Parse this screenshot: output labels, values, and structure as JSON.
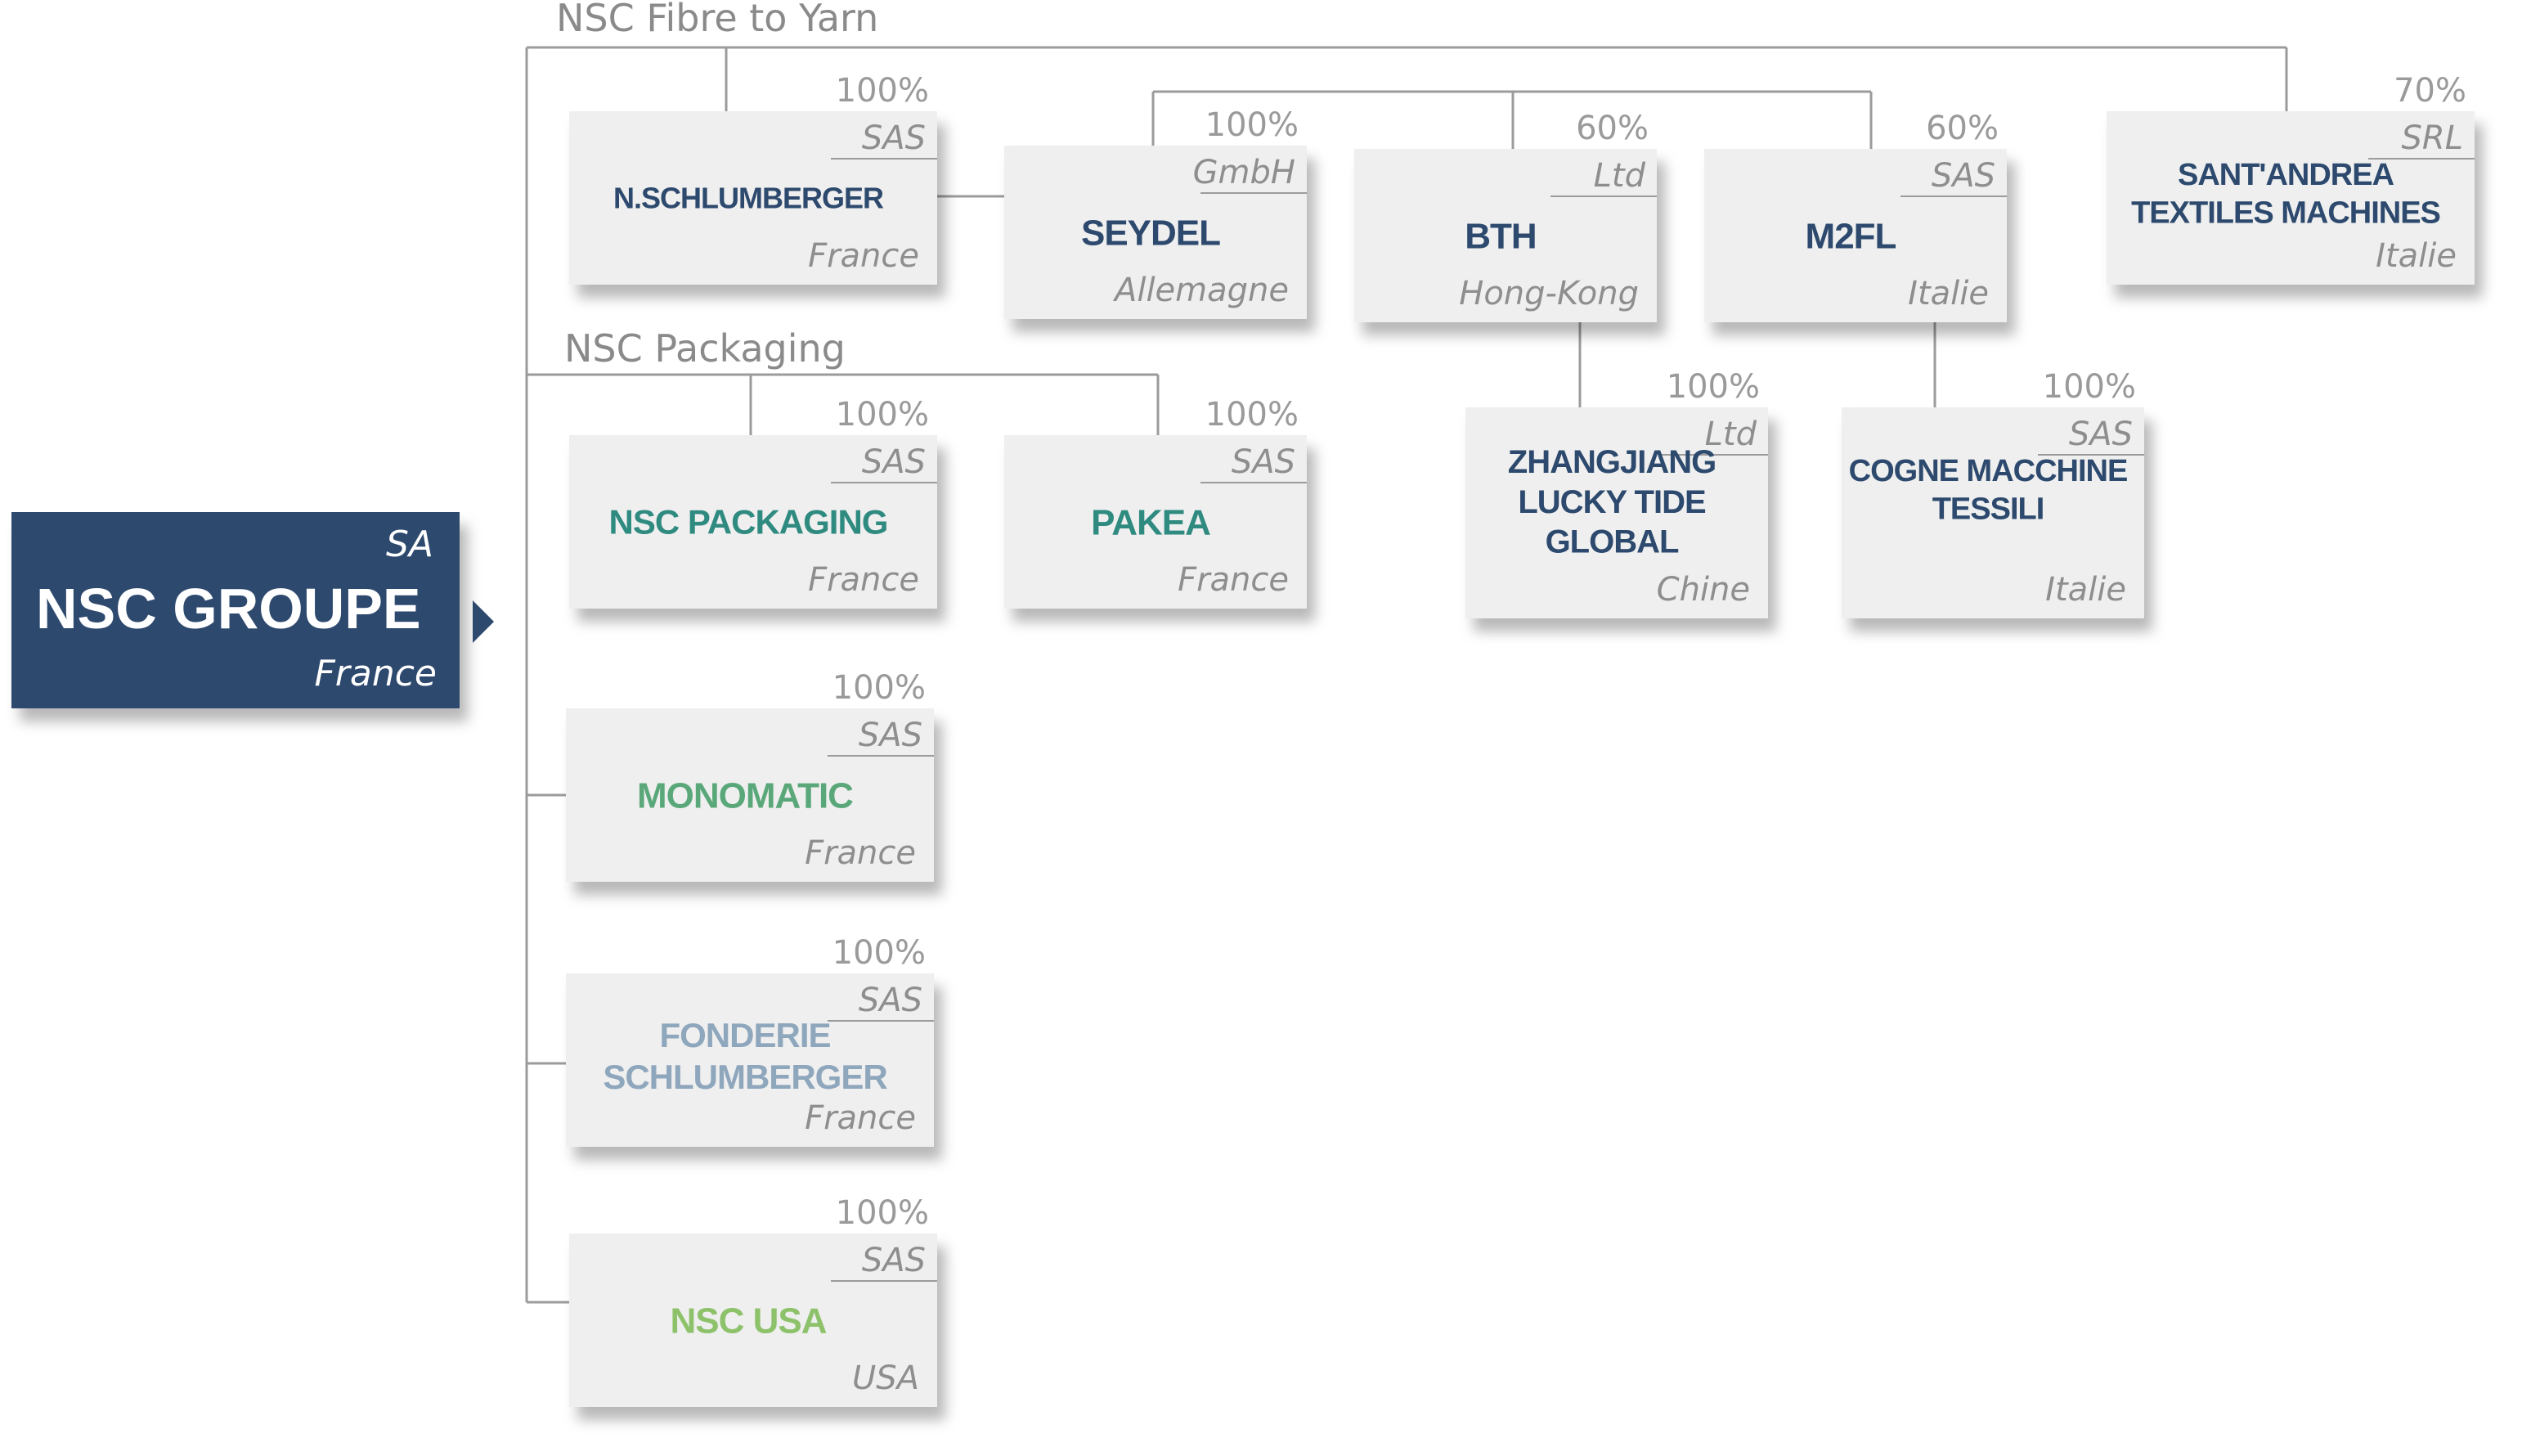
{
  "colors": {
    "navy": "#2d4a6e",
    "teal": "#2f8a80",
    "green": "#5aa87a",
    "light_green": "#8dc26b",
    "grey_blue": "#8fa7bd",
    "box_fill": "#efefef",
    "line": "#9b9b9b"
  },
  "groups": {
    "fibre": "NSC Fibre to Yarn",
    "packaging": "NSC Packaging"
  },
  "root": {
    "name": "NSC GROUPE",
    "legal": "SA",
    "country": "France"
  },
  "companies": [
    {
      "id": "n-schlumberger",
      "pct": "100%",
      "legal": "SAS",
      "name_lines": [
        "N.SCHLUMBERGER"
      ],
      "country": "France",
      "color": "navy"
    },
    {
      "id": "seydel",
      "pct": "100%",
      "legal": "GmbH",
      "name_lines": [
        "SEYDEL"
      ],
      "country": "Allemagne",
      "color": "navy"
    },
    {
      "id": "bth",
      "pct": "60%",
      "legal": "Ltd",
      "name_lines": [
        "BTH"
      ],
      "country": "Hong-Kong",
      "color": "navy"
    },
    {
      "id": "m2fl",
      "pct": "60%",
      "legal": "SAS",
      "name_lines": [
        "M2FL"
      ],
      "country": "Italie",
      "color": "navy"
    },
    {
      "id": "santandrea",
      "pct": "70%",
      "legal": "SRL",
      "name_lines": [
        "SANT'ANDREA",
        "TEXTILES MACHINES"
      ],
      "country": "Italie",
      "color": "navy"
    },
    {
      "id": "zhangjiang",
      "pct": "100%",
      "legal": "Ltd",
      "name_lines": [
        "ZHANGJIANG",
        "LUCKY TIDE",
        "GLOBAL"
      ],
      "country": "Chine",
      "color": "navy"
    },
    {
      "id": "cogne",
      "pct": "100%",
      "legal": "SAS",
      "name_lines": [
        "COGNE MACCHINE",
        "TESSILI"
      ],
      "country": "Italie",
      "color": "navy"
    },
    {
      "id": "nsc-packaging",
      "pct": "100%",
      "legal": "SAS",
      "name_lines": [
        "NSC PACKAGING"
      ],
      "country": "France",
      "color": "teal"
    },
    {
      "id": "pakea",
      "pct": "100%",
      "legal": "SAS",
      "name_lines": [
        "PAKEA"
      ],
      "country": "France",
      "color": "teal"
    },
    {
      "id": "monomatic",
      "pct": "100%",
      "legal": "SAS",
      "name_lines": [
        "MONOMATIC"
      ],
      "country": "France",
      "color": "green"
    },
    {
      "id": "fonderie",
      "pct": "100%",
      "legal": "SAS",
      "name_lines": [
        "FONDERIE",
        "SCHLUMBERGER"
      ],
      "country": "France",
      "color": "grey_blue"
    },
    {
      "id": "nsc-usa",
      "pct": "100%",
      "legal": "SAS",
      "name_lines": [
        "NSC USA"
      ],
      "country": "USA",
      "color": "light_green"
    }
  ]
}
